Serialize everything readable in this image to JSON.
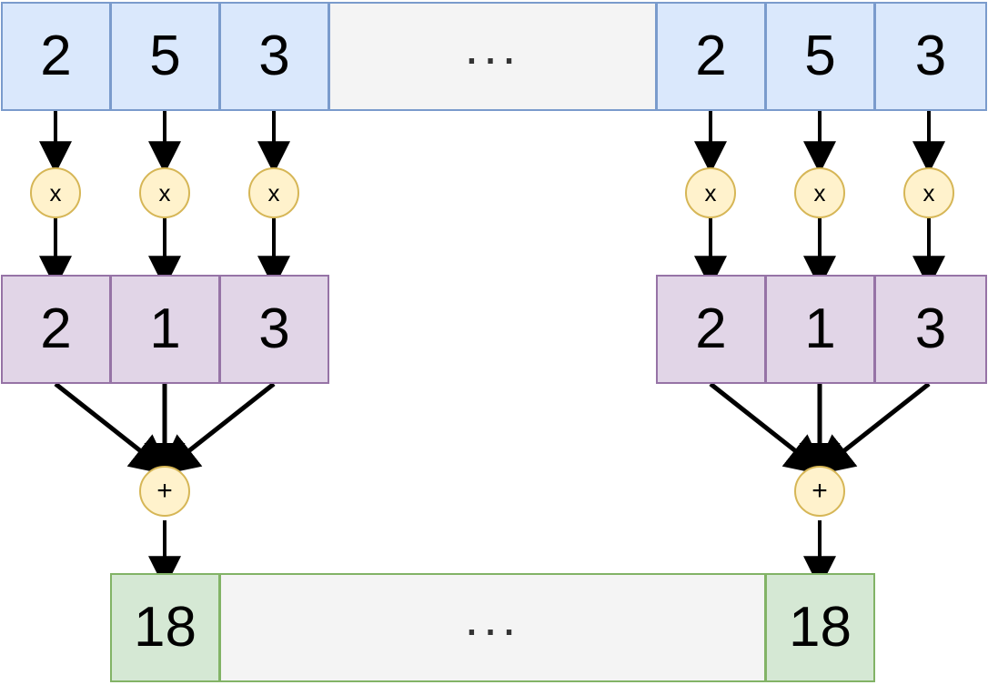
{
  "diagram": {
    "title": "convolution-multiply-accumulate-diagram",
    "colors": {
      "input_fill": "#dae8fc",
      "input_stroke": "#7a9bcc",
      "weight_fill": "#e1d5e7",
      "weight_stroke": "#9673a6",
      "output_fill": "#d5e8d4",
      "output_stroke": "#82b366",
      "operator_fill": "#fff2cc",
      "operator_stroke": "#d6b656",
      "gap_fill": "#f4f4f4",
      "arrow": "#000000"
    },
    "ellipsis": "...",
    "input_row": {
      "name": "input-array",
      "left_group": [
        "2",
        "5",
        "3"
      ],
      "gap": "...",
      "right_group": [
        "2",
        "5",
        "3"
      ]
    },
    "multiply_ops": {
      "symbol": "x",
      "left_count": 3,
      "right_count": 3
    },
    "weight_row": {
      "name": "kernel-array",
      "left_group": [
        "2",
        "1",
        "3"
      ],
      "right_group": [
        "2",
        "1",
        "3"
      ]
    },
    "sum_ops": {
      "symbol": "+",
      "left_count": 1,
      "right_count": 1
    },
    "output_row": {
      "name": "output-array",
      "left_value": "18",
      "gap": "...",
      "right_value": "18"
    }
  }
}
